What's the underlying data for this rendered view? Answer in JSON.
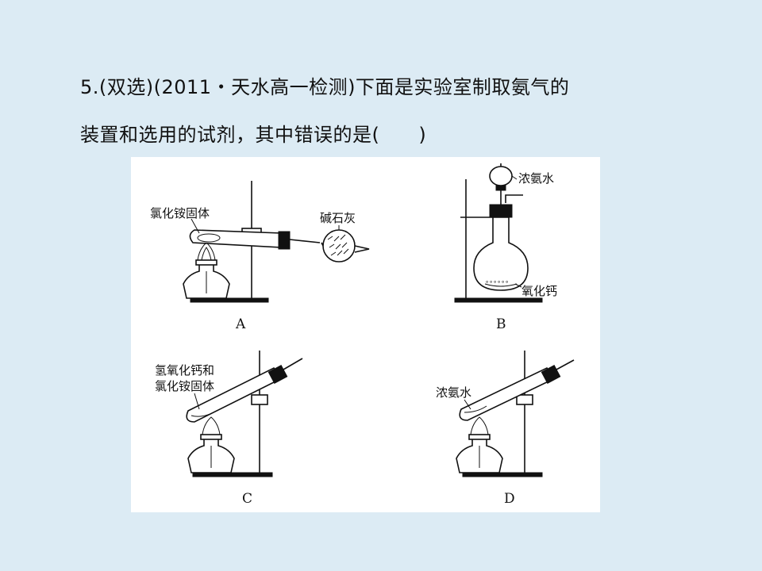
{
  "question": {
    "line1": "5.(双选)(2011・天水高一检测)下面是实验室制取氨气的",
    "line2": "装置和选用的试剂，其中错误的是(　　)"
  },
  "figure": {
    "panels": [
      {
        "caption": "A",
        "labels": [
          "氯化铵固体",
          "碱石灰"
        ]
      },
      {
        "caption": "B",
        "labels": [
          "浓氨水",
          "氧化钙"
        ]
      },
      {
        "caption": "C",
        "labels": [
          "氢氧化钙和",
          "氯化铵固体"
        ]
      },
      {
        "caption": "D",
        "labels": [
          "浓氨水"
        ]
      }
    ]
  }
}
